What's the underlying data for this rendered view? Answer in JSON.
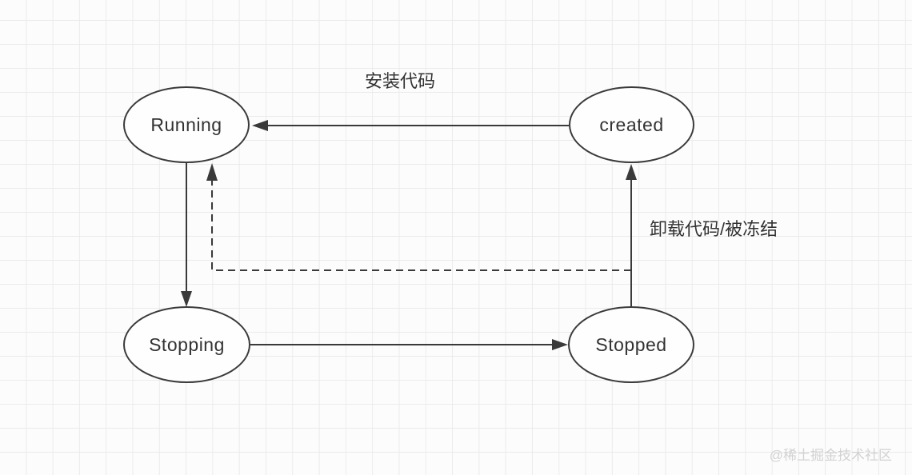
{
  "diagram": {
    "title": "state-transition-diagram",
    "nodes": [
      {
        "id": "running",
        "label": "Running"
      },
      {
        "id": "created",
        "label": "created"
      },
      {
        "id": "stopping",
        "label": "Stopping"
      },
      {
        "id": "stopped",
        "label": "Stopped"
      }
    ],
    "edges": [
      {
        "from": "created",
        "to": "running",
        "style": "solid",
        "label": "安装代码"
      },
      {
        "from": "running",
        "to": "stopping",
        "style": "solid",
        "label": ""
      },
      {
        "from": "stopping",
        "to": "stopped",
        "style": "solid",
        "label": ""
      },
      {
        "from": "stopped",
        "to": "created",
        "style": "solid",
        "label": "卸载代码/被冻结"
      },
      {
        "from": "stopped",
        "to": "running",
        "style": "dashed",
        "label": ""
      }
    ],
    "colors": {
      "stroke": "#3a3a3a",
      "node_fill": "#fefefe",
      "grid": "#ebebeb",
      "background": "#fcfcfc",
      "text": "#333333",
      "watermark": "#d2d2d2"
    }
  },
  "watermark": {
    "text": "@稀土掘金技术社区"
  }
}
